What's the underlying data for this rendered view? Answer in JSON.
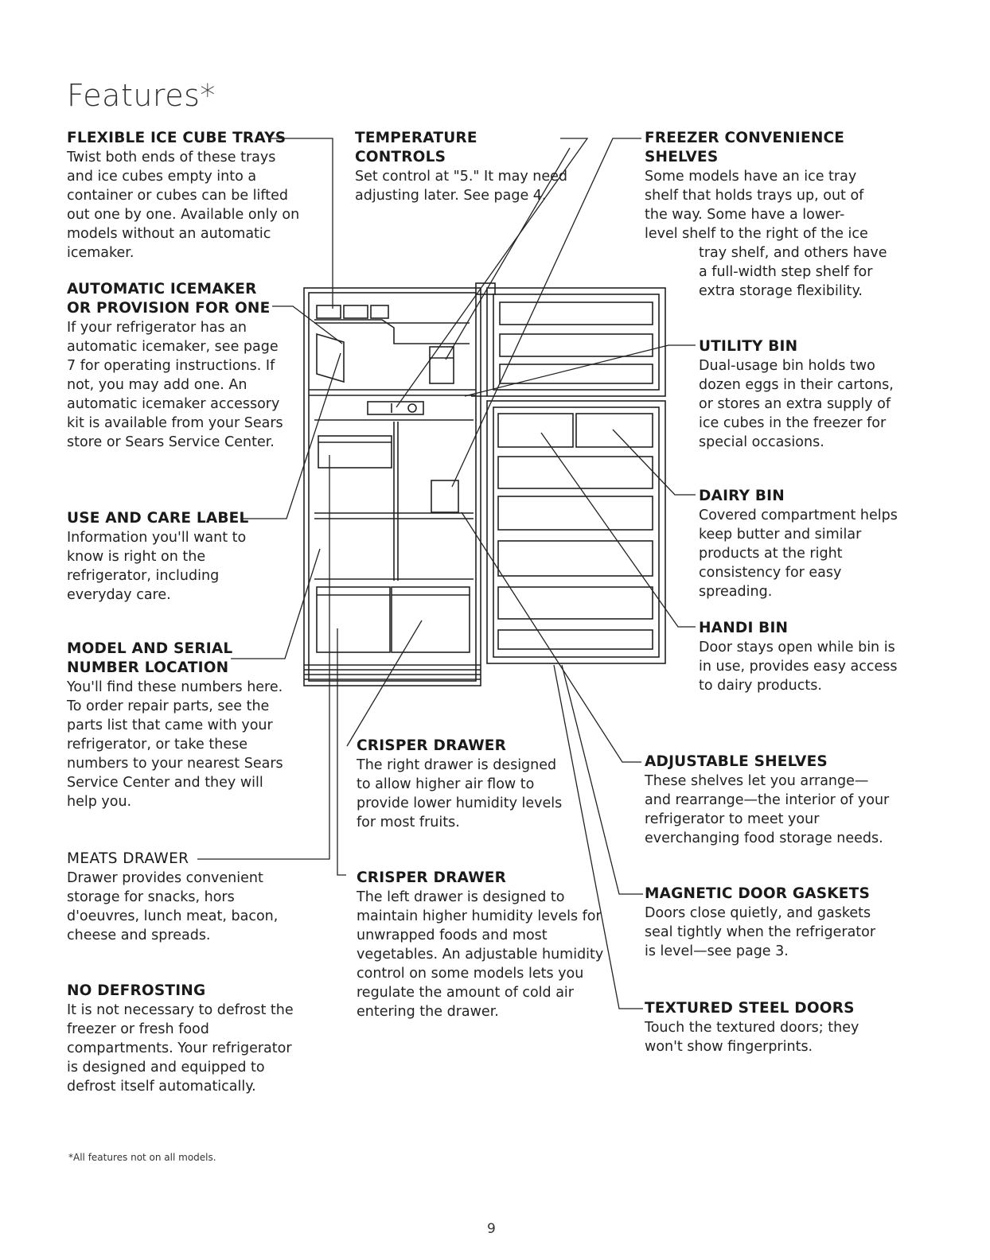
{
  "page": {
    "title": "Features*",
    "footnote": "*All features not on all models.",
    "page_number": "9"
  },
  "features": {
    "flexible_ice_cube_trays": {
      "heading": "FLEXIBLE ICE CUBE TRAYS",
      "text": "Twist both ends of these trays and ice cubes empty into a container or cubes can be lifted out one by one. Available only on models without an automatic icemaker."
    },
    "automatic_icemaker": {
      "heading_line1": "AUTOMATIC ICEMAKER",
      "heading_line2": "OR PROVISION FOR ONE",
      "text": "If your refrigerator has an automatic icemaker, see page 7 for operating instructions. If not, you may add one. An automatic icemaker accessory kit is available from your Sears store or Sears Service Center."
    },
    "use_and_care_label": {
      "heading": "USE AND CARE LABEL",
      "text": "Information you'll want to know is right on the refrigerator, including everyday care."
    },
    "model_serial": {
      "heading_line1": "MODEL AND SERIAL",
      "heading_line2": "NUMBER LOCATION",
      "text": "You'll find these numbers here. To order repair parts, see the parts list that came with your refrigerator, or take these numbers to your nearest Sears Service Center and they will help you."
    },
    "meats_drawer": {
      "heading": "MEATS DRAWER",
      "text": "Drawer provides convenient storage for snacks, hors d'oeuvres, lunch meat, bacon, cheese and spreads."
    },
    "no_defrosting": {
      "heading": "NO DEFROSTING",
      "text": "It is not necessary to defrost the freezer or fresh food compartments. Your refrigerator is designed and equipped to defrost itself automatically."
    },
    "temperature_controls": {
      "heading": "TEMPERATURE CONTROLS",
      "text": "Set control at \"5.\" It may need adjusting later. See page 4."
    },
    "crisper_drawer_right": {
      "heading": "CRISPER DRAWER",
      "text": "The right drawer is designed to allow higher air flow to provide lower humidity levels for most fruits."
    },
    "crisper_drawer_left": {
      "heading": "CRISPER DRAWER",
      "text": "The left drawer is designed to maintain higher humidity levels for unwrapped foods and most vegetables. An adjustable humidity control on some models lets you regulate the amount of cold air entering the drawer."
    },
    "freezer_shelves": {
      "heading_line1": "FREEZER CONVENIENCE",
      "heading_line2": "SHELVES",
      "text_a": "Some models have an ice tray shelf that holds trays up, out of the way. Some have a lower-level shelf to the right of the ice",
      "text_b": "tray shelf, and others have a full-width step shelf for extra storage flexibility."
    },
    "utility_bin": {
      "heading": "UTILITY BIN",
      "text": "Dual-usage bin holds two dozen eggs in their cartons, or stores an extra supply of ice cubes in the freezer for special occasions."
    },
    "dairy_bin": {
      "heading": "DAIRY BIN",
      "text": "Covered compartment helps keep butter and similar products at the right consistency for easy spreading."
    },
    "handi_bin": {
      "heading": "HANDI BIN",
      "text": "Door stays open while bin is in use, provides easy access to dairy products."
    },
    "adjustable_shelves": {
      "heading": "ADJUSTABLE SHELVES",
      "text": "These shelves let you arrange—and rearrange—the interior of your refrigerator to meet your everchanging food storage needs."
    },
    "magnetic_door_gaskets": {
      "heading": "MAGNETIC DOOR GASKETS",
      "text": "Doors close quietly, and gaskets seal tightly when the refrigerator is level—see page 3."
    },
    "textured_steel_doors": {
      "heading": "TEXTURED STEEL DOORS",
      "text": "Touch the textured doors; they won't show fingerprints."
    }
  }
}
